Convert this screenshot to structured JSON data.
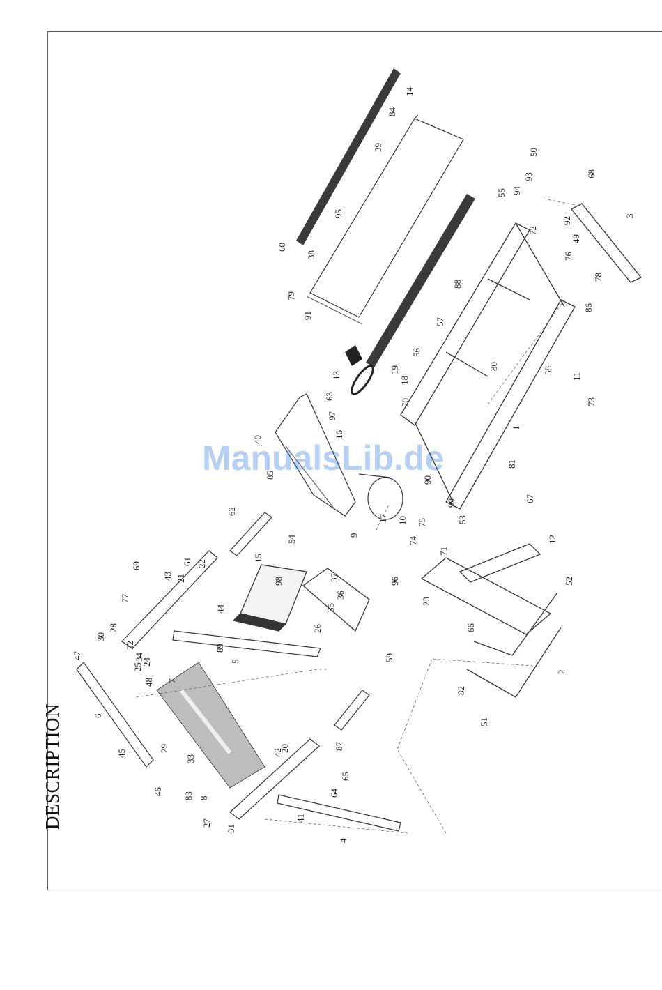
{
  "page": {
    "title": "DESCRIPTION"
  },
  "watermark": {
    "text": "ManualsLib.de"
  },
  "part_labels": {
    "p1": "1",
    "p2": "2",
    "p3": "3",
    "p4": "4",
    "p5": "5",
    "p6": "6",
    "p7": "7",
    "p8": "8",
    "p9": "9",
    "p10": "10",
    "p11": "11",
    "p12": "12",
    "p13": "13",
    "p14": "14",
    "p15": "15",
    "p16": "16",
    "p17": "17",
    "p18": "18",
    "p19": "19",
    "p20": "20",
    "p21": "21",
    "p22": "22",
    "p23": "23",
    "p24": "24",
    "p25": "25",
    "p26": "26",
    "p27": "27",
    "p28": "28",
    "p29": "29",
    "p30": "30",
    "p31": "31",
    "p32": "32",
    "p33": "33",
    "p34": "34",
    "p35": "35",
    "p36": "36",
    "p37": "37",
    "p38": "38",
    "p39": "39",
    "p40": "40",
    "p41": "41",
    "p42": "42",
    "p43": "43",
    "p44": "44",
    "p45": "45",
    "p46": "46",
    "p47": "47",
    "p48": "48",
    "p49": "49",
    "p50": "50",
    "p51": "51",
    "p52": "52",
    "p53": "53",
    "p54": "54",
    "p55": "55",
    "p56": "56",
    "p57": "57",
    "p58": "58",
    "p59": "59",
    "p60": "60",
    "p61": "61",
    "p62": "62",
    "p63": "63",
    "p64": "64",
    "p65": "65",
    "p66": "66",
    "p67": "67",
    "p68": "68",
    "p69": "69",
    "p70": "70",
    "p71": "71",
    "p72": "72",
    "p73": "73",
    "p74": "74",
    "p75": "75",
    "p76": "76",
    "p77": "77",
    "p78": "78",
    "p79": "79",
    "p80": "80",
    "p81": "81",
    "p82": "82",
    "p83": "83",
    "p84": "84",
    "p85": "85",
    "p86": "86",
    "p87": "87",
    "p88": "88",
    "p89": "89",
    "p90": "90",
    "p91": "91",
    "p92": "92",
    "p93": "93",
    "p94": "94",
    "p95": "95",
    "p96": "96",
    "p97": "97",
    "p98": "98",
    "p99": "99"
  }
}
